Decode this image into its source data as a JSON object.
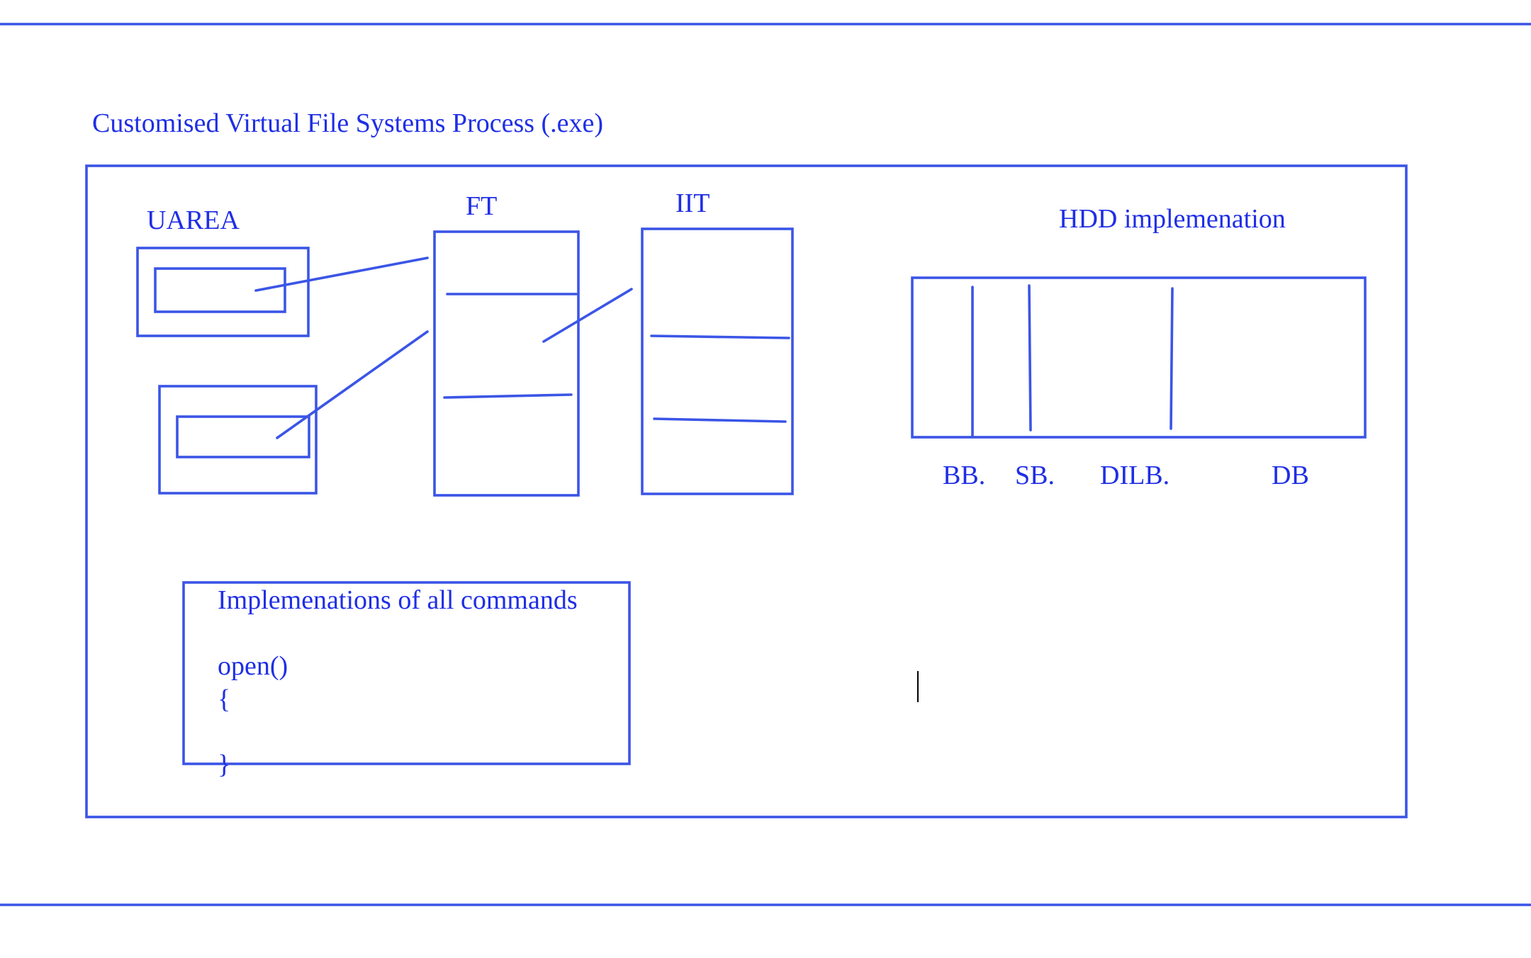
{
  "title": "Customised Virtual File Systems Process (.exe)",
  "labels": {
    "uarea": "UAREA",
    "ft": "FT",
    "iit": "IIT",
    "hdd": "HDD implemenation"
  },
  "hdd_blocks": [
    "BB.",
    "SB.",
    "DILB.",
    "DB"
  ],
  "commands_box": {
    "heading": "Implemenations of all commands",
    "code_lines": [
      "open()",
      "{",
      "}"
    ]
  },
  "colors": {
    "stroke": "#3b55e6",
    "text": "#1f2ee6",
    "background": "#ffffff"
  }
}
